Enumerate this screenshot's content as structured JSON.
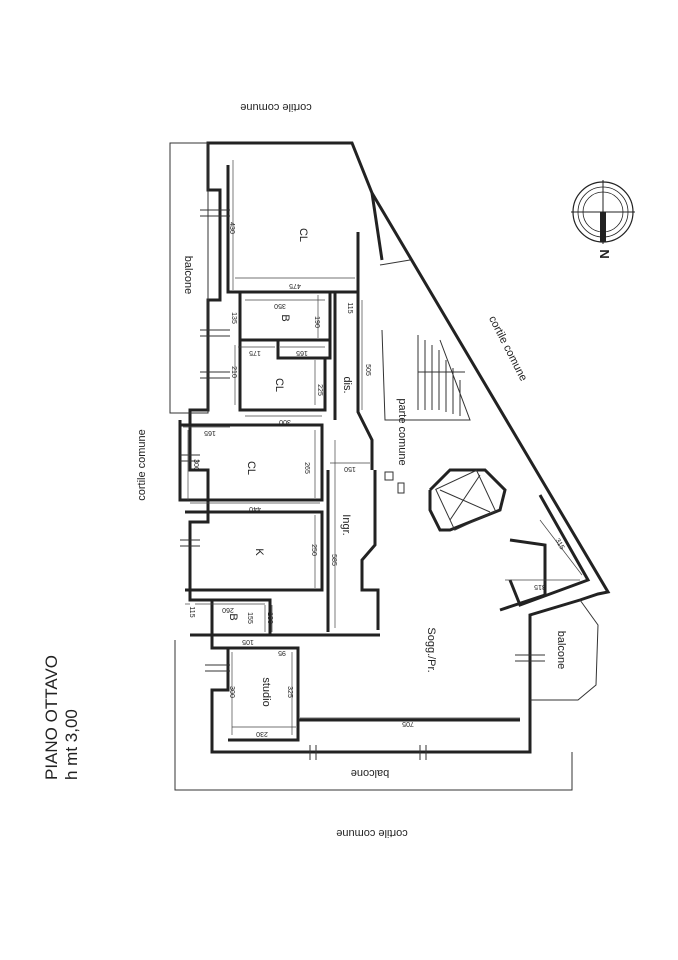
{
  "labels": {
    "cortile_top": "cortile comune",
    "cortile_left": "cortile comune",
    "cortile_right": "cortile comune",
    "cortile_bottom": "cortile comune",
    "balcone_left": "balcone",
    "balcone_bottom": "balcone",
    "balcone_right": "balcone",
    "title": "PIANO OTTAVO",
    "height": "h mt 3,00",
    "north": "N"
  },
  "rooms": {
    "cl1": "CL",
    "b1": "B",
    "cl2": "CL",
    "dis": "dis.",
    "cl3": "CL",
    "k": "K",
    "b2": "B",
    "studio": "studio",
    "ingr": "Ingr.",
    "parte_comune": "parte comune",
    "sogg": "Sogg./Pr."
  },
  "dimensions": {
    "d430": "430",
    "d475": "475",
    "d350": "350",
    "d135": "135",
    "d190": "190",
    "d115": "115",
    "d175": "175",
    "d165": "165",
    "d210": "210",
    "d225": "225",
    "d505": "505",
    "d300a": "300",
    "d165b": "165",
    "d300b": "300",
    "d265": "265",
    "d150": "150",
    "d440": "440",
    "d250": "250",
    "d585": "585",
    "d115b": "115",
    "d260": "260",
    "d155": "155",
    "d130": "130",
    "d105": "105",
    "d95": "95",
    "d300c": "300",
    "d325": "325",
    "d230": "230",
    "d705": "705",
    "d315a": "315",
    "d315b": "315"
  }
}
